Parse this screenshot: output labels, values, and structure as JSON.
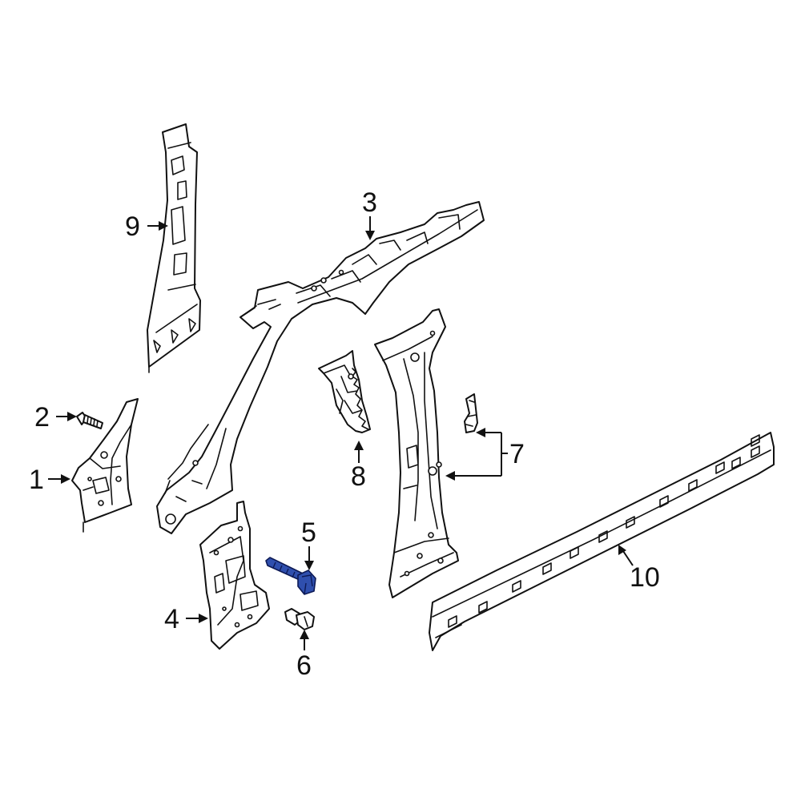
{
  "callouts": {
    "c1": "1",
    "c2": "2",
    "c3": "3",
    "c4": "4",
    "c5": "5",
    "c6": "6",
    "c7": "7",
    "c8": "8",
    "c9": "9",
    "c10": "10"
  },
  "highlight_color": "#2f4fae",
  "highlighted_part": "5"
}
